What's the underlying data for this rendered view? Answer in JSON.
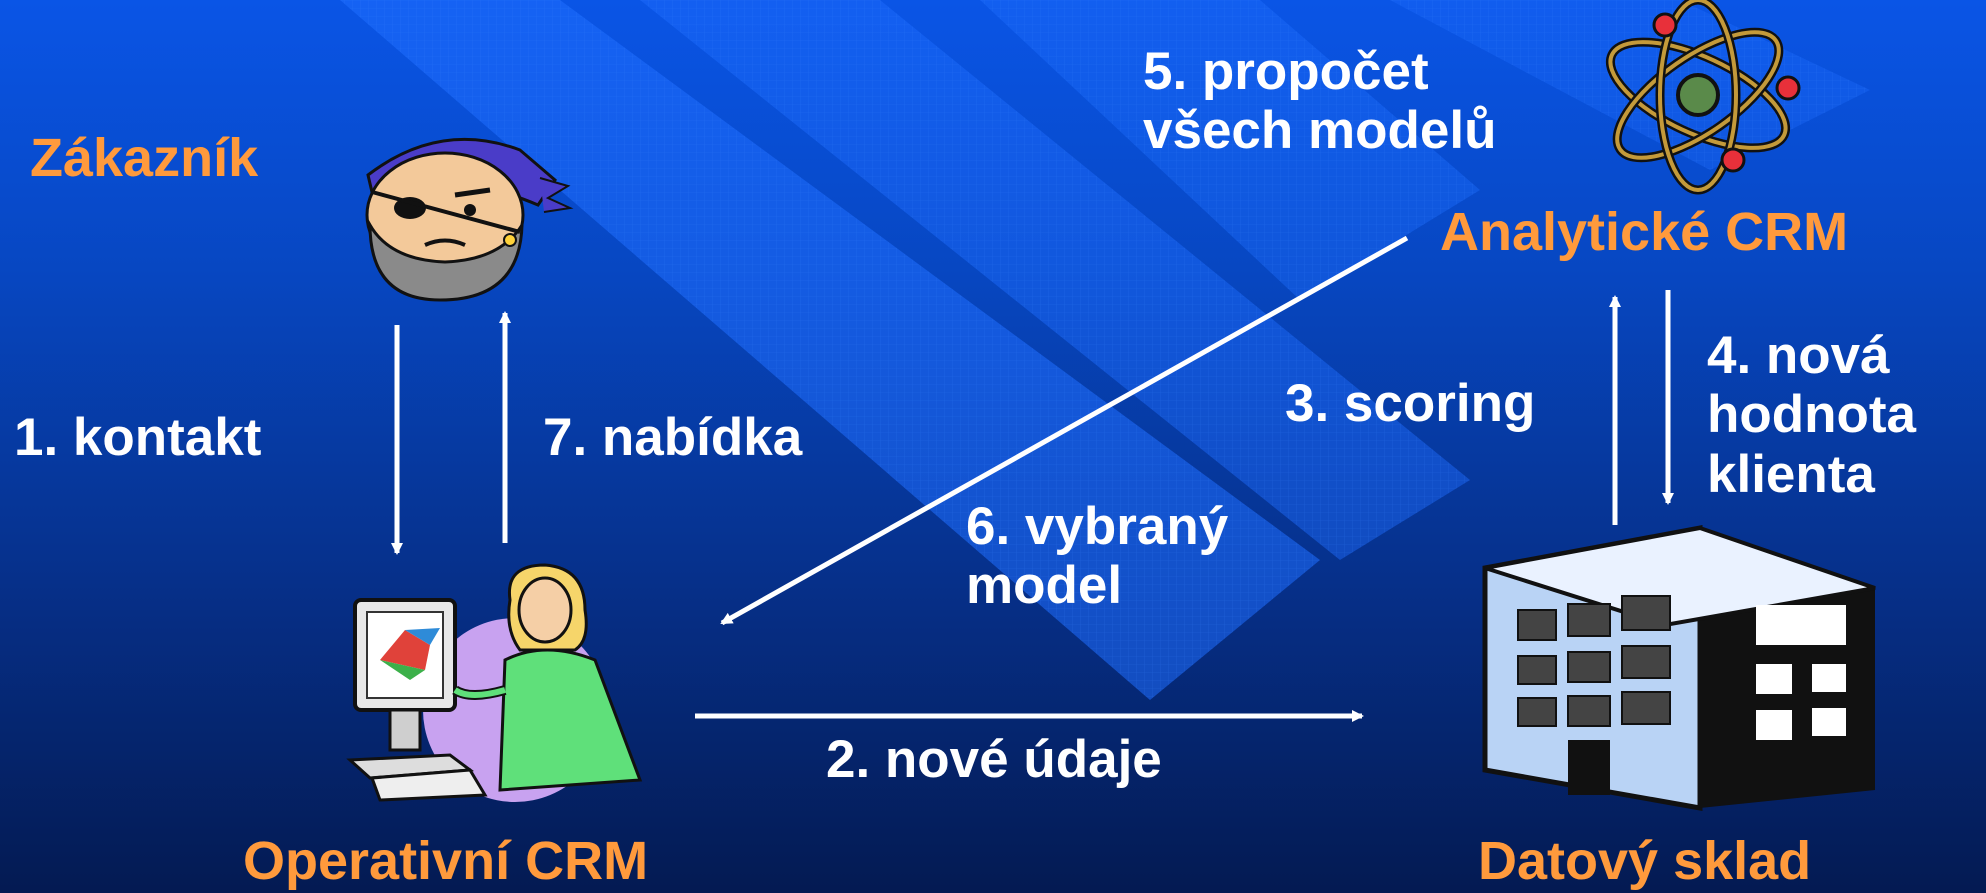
{
  "nodes": {
    "customer": "Zákazník",
    "operational_crm": "Operativní CRM",
    "analytical_crm": "Analytické CRM",
    "data_warehouse": "Datový sklad"
  },
  "steps": {
    "s1": "1. kontakt",
    "s2": "2. nové údaje",
    "s3": "3. scoring",
    "s4_l1": "4. nová",
    "s4_l2": "hodnota",
    "s4_l3": "klienta",
    "s5_l1": "5. propočet",
    "s5_l2": "všech modelů",
    "s6_l1": "6. vybraný",
    "s6_l2": "model",
    "s7": "7. nabídka"
  },
  "colors": {
    "node_label": "#ff9a3c",
    "step_label": "#ffffff",
    "background_top": "#0a55e6",
    "background_bottom": "#041a52"
  },
  "icons": [
    "pirate-customer-icon",
    "woman-computer-icon",
    "atom-icon",
    "building-icon"
  ]
}
